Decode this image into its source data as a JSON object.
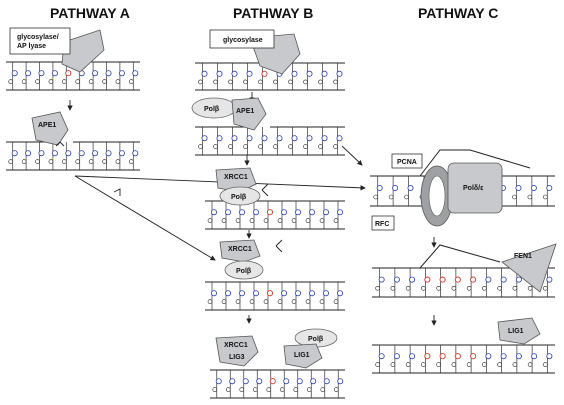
{
  "headers": {
    "a": "PATHWAY A",
    "b": "PATHWAY B",
    "c": "PATHWAY C"
  },
  "labels": {
    "glycosylase_ap_lyase": [
      "glycosylase/",
      "AP lyase"
    ],
    "ape1_a": "APE1",
    "glycosylase_b": "glycosylase",
    "polb_b1": "Polβ",
    "ape1_b": "APE1",
    "xrcc1_b2": "XRCC1",
    "polb_b2": "Polβ",
    "xrcc1_b3": "XRCC1",
    "polb_b3": "Polβ",
    "xrcc1_b4": "XRCC1",
    "lig3": "LIG3",
    "polb_b4": "Polβ",
    "lig1_b": "LIG1",
    "pcna": "PCNA",
    "pol_de": "Polδ/ε",
    "rfc": "RFC",
    "fen1": "FEN1",
    "lig1_c": "LIG1"
  },
  "colors": {
    "protein": "#c7c9cc",
    "base_outline": "#2a3fb0",
    "damaged_base": "#d13a2a",
    "strand": "#222222"
  }
}
